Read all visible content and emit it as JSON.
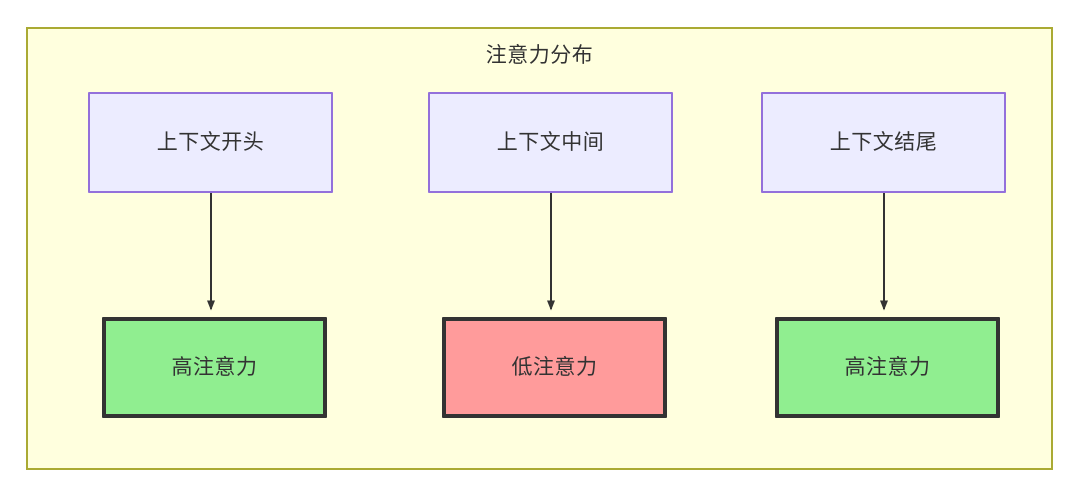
{
  "diagram": {
    "title": "注意力分布",
    "container": {
      "fill": "#ffffde",
      "stroke": "#aaaa33"
    },
    "nodes": [
      {
        "id": "ctx-start",
        "label": "上下文开头",
        "row": "top",
        "column": 1,
        "fill": "#ececff",
        "stroke": "#9370db"
      },
      {
        "id": "ctx-mid",
        "label": "上下文中间",
        "row": "top",
        "column": 2,
        "fill": "#ececff",
        "stroke": "#9370db"
      },
      {
        "id": "ctx-end",
        "label": "上下文结尾",
        "row": "top",
        "column": 3,
        "fill": "#ececff",
        "stroke": "#9370db"
      },
      {
        "id": "high-1",
        "label": "高注意力",
        "row": "bottom",
        "column": 1,
        "fill": "#90ee90",
        "stroke": "#333333"
      },
      {
        "id": "low",
        "label": "低注意力",
        "row": "bottom",
        "column": 2,
        "fill": "#ff9b9b",
        "stroke": "#333333"
      },
      {
        "id": "high-2",
        "label": "高注意力",
        "row": "bottom",
        "column": 3,
        "fill": "#90ee90",
        "stroke": "#333333"
      }
    ],
    "edges": [
      {
        "id": "edge-1",
        "from": "ctx-start",
        "to": "high-1",
        "label": "",
        "style": "arrow"
      },
      {
        "id": "edge-2",
        "from": "ctx-mid",
        "to": "low",
        "label": "",
        "style": "arrow"
      },
      {
        "id": "edge-3",
        "from": "ctx-end",
        "to": "high-2",
        "label": "",
        "style": "arrow"
      }
    ],
    "edge_color": "#333333"
  }
}
